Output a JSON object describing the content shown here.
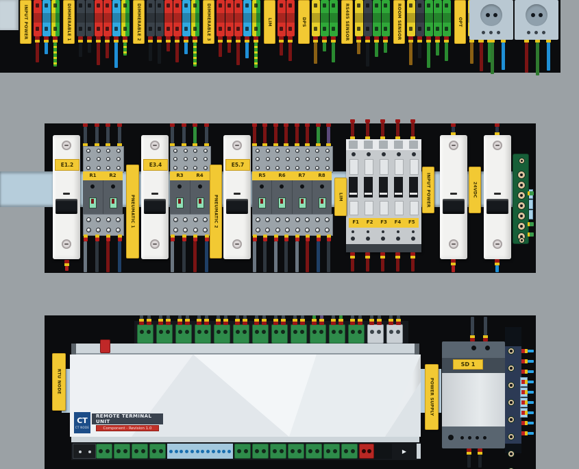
{
  "colors": {
    "bg": "#9ba1a5",
    "plate": "#0b0c0e",
    "wall": "#c7d3da",
    "din": "#b6cddb",
    "tag_yellow": "#f2c933",
    "breaker_body": "#f2f2f0",
    "relay_body": "#565d64",
    "led_green": "#8fe0b6",
    "fuse_body": "#c6cacd",
    "pcb_green": "#175f38",
    "socket_panel": "#b9c8d2",
    "rtu_face": "#e9edf0",
    "rtu_green": "#2e8b4a",
    "rtu_blue_strip": "#a3c8de",
    "psu_cap": "#596570",
    "navy_strip": "#2c3a55",
    "logo_blue": "#1c4d88",
    "logo_navy": "#39424e",
    "logo_red": "#c23128"
  },
  "top_rail": {
    "tags": [
      "INPUT POWER",
      "DIMMERABLE 1",
      "DIMMERABLE 2",
      "DIMMERABLE 3",
      "LIM",
      "DPS",
      "RS485 SENSOR",
      "ROOM SENSOR",
      "OPT"
    ],
    "groups": [
      [
        "red",
        "blue",
        "ground"
      ],
      [
        "dark",
        "dark",
        "red",
        "red",
        "blue",
        "ground"
      ],
      [
        "dark",
        "dark",
        "red",
        "red",
        "blue",
        "ground"
      ],
      [
        "red",
        "red",
        "red",
        "blue",
        "ground"
      ],
      [
        "red",
        "red"
      ],
      [
        "yellow",
        "green",
        "green"
      ],
      [
        "yellow",
        "dark",
        "green",
        "green"
      ],
      [
        "yellow",
        "dark",
        "green",
        "green",
        "green"
      ],
      [
        "yellow",
        "dark",
        "green"
      ]
    ],
    "wire_heights": [
      38,
      26,
      44,
      30,
      24,
      42,
      32,
      46,
      28,
      36,
      40,
      22
    ],
    "socket_wire_colors": [
      "#7a1414",
      "#2f7a2f",
      "#1f8fd6"
    ],
    "socket_count": 2
  },
  "middle": {
    "breakers": [
      {
        "label": "E1.2"
      },
      {
        "label": "E3.4"
      },
      {
        "label": "E5.7"
      },
      {
        "label": ""
      },
      {
        "label": ""
      }
    ],
    "relay_groups": [
      {
        "labels": [
          "R1",
          "R2"
        ],
        "top_wires": [
          "#39434e",
          "#39434e",
          "#39434e",
          "#39434e"
        ],
        "bottom_wires": [
          "#6a7580",
          "#2e363e",
          "#7a1414",
          "#1f3f66"
        ]
      },
      {
        "labels": [
          "R3",
          "R4"
        ],
        "top_wires": [
          "#39434e",
          "#39434e",
          "#2f8f3a",
          "#39434e"
        ],
        "bottom_wires": [
          "#6a7580",
          "#2e363e",
          "#7a1414",
          "#1f3f66"
        ]
      },
      {
        "labels": [
          "R5",
          "R6",
          "R7",
          "R8"
        ],
        "top_wires": [
          "#7a1414",
          "#7a1414",
          "#7a1414",
          "#7a1414",
          "#7a1414",
          "#7a1414",
          "#2f8f3a",
          "#5b4a7a"
        ],
        "bottom_wires": [
          "#6a7580",
          "#2e363e",
          "#6a7580",
          "#2e363e",
          "#6a7580",
          "#7a1414",
          "#1f3f66",
          "#2e363e"
        ]
      }
    ],
    "tags": {
      "pneumatic1": "PNEUMATIC 1",
      "pneumatic2": "PNEUMATIC 2",
      "lim": "LIM",
      "input_power": "INPUT POWER",
      "dc24": "24VDC"
    },
    "fuse_labels": [
      "F1",
      "F2",
      "F3",
      "F4",
      "F5"
    ]
  },
  "bottom": {
    "left_tag": "RTU NODE",
    "right_tag": "POWER SUPPLY",
    "psu_label": "SD 1",
    "rtu": {
      "brand": "CT",
      "brand_sub": "CT NODE",
      "title": "REMOTE TERMINAL UNIT",
      "subtitle": "Component - Revision 1.0"
    }
  }
}
